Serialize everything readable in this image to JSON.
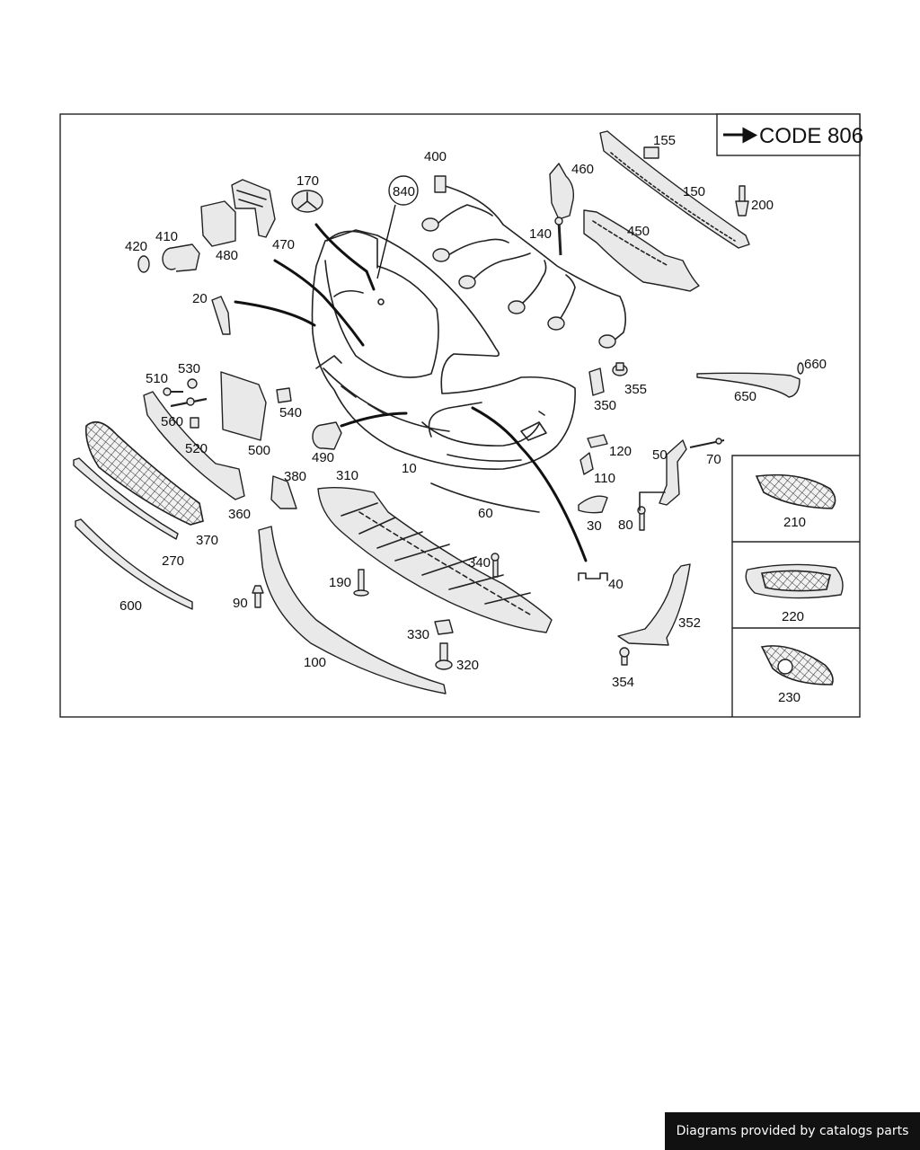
{
  "code_label": "CODE 806",
  "footer": "Diagrams provided by catalogs parts",
  "parts": {
    "p10": "10",
    "p20": "20",
    "p30": "30",
    "p40": "40",
    "p50": "50",
    "p60": "60",
    "p70": "70",
    "p80": "80",
    "p90": "90",
    "p100": "100",
    "p110": "110",
    "p120": "120",
    "p140": "140",
    "p150": "150",
    "p155": "155",
    "p170": "170",
    "p190": "190",
    "p200": "200",
    "p210": "210",
    "p220": "220",
    "p230": "230",
    "p270": "270",
    "p310": "310",
    "p320": "320",
    "p330": "330",
    "p340": "340",
    "p350": "350",
    "p352": "352",
    "p354": "354",
    "p355": "355",
    "p360": "360",
    "p370": "370",
    "p380": "380",
    "p400": "400",
    "p410": "410",
    "p420": "420",
    "p450": "450",
    "p460": "460",
    "p470": "470",
    "p480": "480",
    "p490": "490",
    "p500": "500",
    "p510": "510",
    "p520": "520",
    "p530": "530",
    "p540": "540",
    "p560": "560",
    "p600": "600",
    "p650": "650",
    "p660": "660",
    "p840": "840"
  }
}
